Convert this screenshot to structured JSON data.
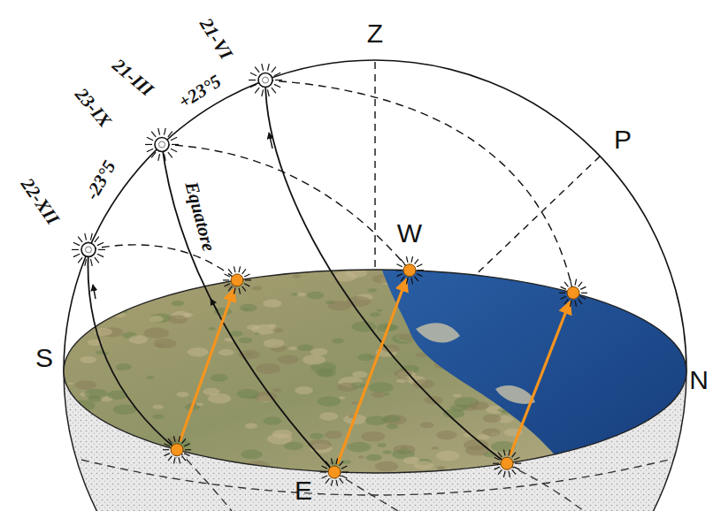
{
  "diagram": {
    "labels": [
      "Z",
      "21-VI",
      "21-III",
      "+23°5",
      "23-IX",
      "-23°5",
      "22-XII",
      "Equatore",
      "P",
      "W",
      "S",
      "N",
      "E"
    ]
  }
}
